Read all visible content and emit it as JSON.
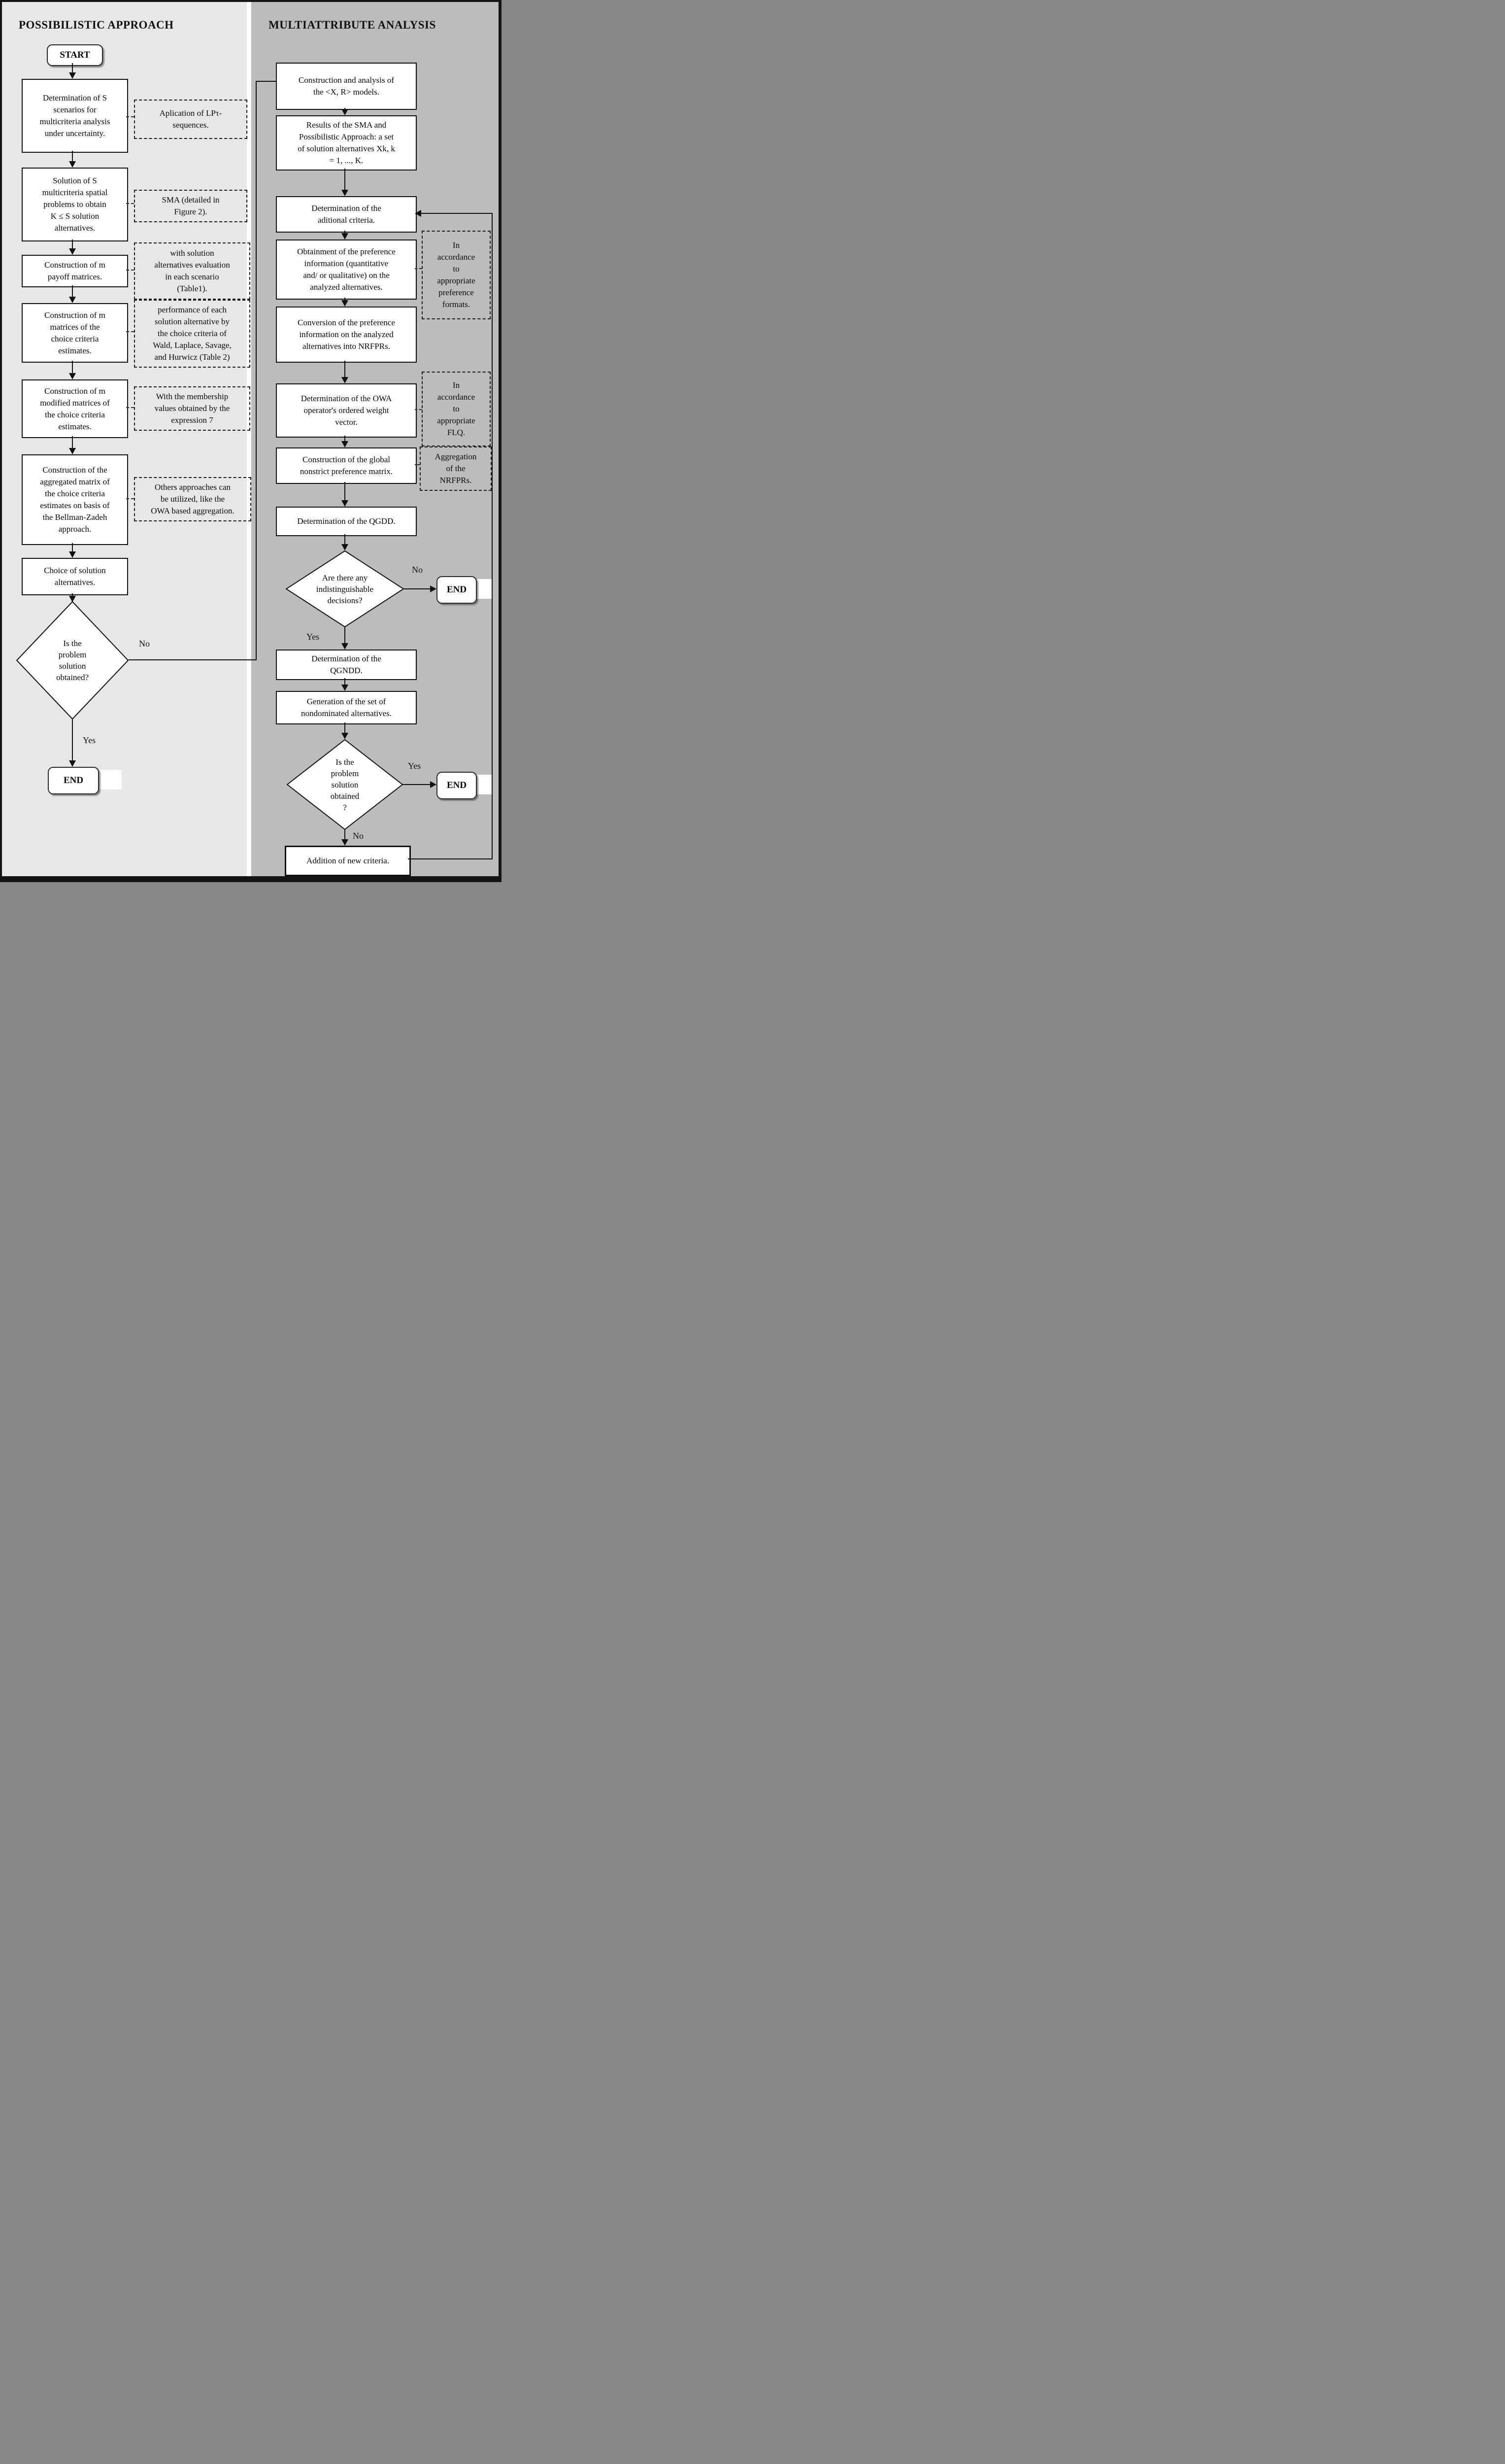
{
  "colors": {
    "left_bg": "#e7e7e7",
    "right_bg": "#bcbcbc",
    "box_bg": "#ffffff",
    "line": "#111111",
    "frame": "#141414",
    "divider": "#ffffff"
  },
  "left": {
    "title": "POSSIBILISTIC APPROACH",
    "start_label": "START",
    "end_label": "END",
    "yes_label": "Yes",
    "no_label": "No",
    "decision": "Is the\nproblem\nsolution\nobtained?",
    "boxes": [
      "Determination of S\nscenarios for\nmulticriteria analysis\nunder uncertainty.",
      "Solution of S\nmulticriteria spatial\nproblems to obtain\nK ≤ S solution\nalternatives.",
      "Construction of m\npayoff matrices.",
      "Construction of m\nmatrices of the\nchoice criteria\nestimates.",
      "Construction of m\nmodified matrices of\nthe choice criteria\nestimates.",
      "Construction of the\naggregated matrix of\nthe choice criteria\nestimates on basis of\nthe Bellman-Zadeh\napproach.",
      "Choice of solution\nalternatives."
    ],
    "notes": [
      "Aplication of LPτ-\nsequences.",
      "SMA (detailed in\nFigure 2).",
      "with solution\nalternatives evaluation\nin each scenario\n(Table1).",
      "performance of each\nsolution alternative by\nthe choice criteria of\nWald, Laplace, Savage,\nand Hurwicz (Table 2)",
      "With the membership\nvalues obtained by the\nexpression 7",
      "Others approaches can\nbe utilized, like the\nOWA based aggregation."
    ]
  },
  "right": {
    "title": "MULTIATTRIBUTE ANALYSIS",
    "end1_label": "END",
    "end2_label": "END",
    "decision1": "Are there any\nindistinguishable\ndecisions?",
    "decision1_no": "No",
    "decision1_yes": "Yes",
    "decision2": "Is the\nproblem\nsolution\nobtained\n?",
    "decision2_yes": "Yes",
    "decision2_no": "No",
    "boxes": [
      "Construction and analysis of\nthe <X, R> models.",
      "Results of the SMA and\nPossibilistic Approach: a set\nof solution alternatives Xk, k\n= 1, ..., K.",
      "Determination of the\naditional criteria.",
      "Obtainment of the preference\ninformation (quantitative\nand/ or qualitative) on the\nanalyzed alternatives.",
      "Conversion of the preference\ninformation on the analyzed\nalternatives into NRFPRs.",
      "Determination of the OWA\noperator's ordered weight\nvector.",
      "Construction of the global\nnonstrict preference matrix.",
      "Determination of the QGDD.",
      "Determination of the\nQGNDD.",
      "Generation of the set of\nnondominated alternatives.",
      "Addition of new criteria."
    ],
    "notes": [
      "In\naccordance\nto\nappropriate\npreference\nformats.",
      "In\naccordance\nto\nappropriate\nFLQ.",
      "Aggregation\nof the\nNRFPRs."
    ]
  }
}
